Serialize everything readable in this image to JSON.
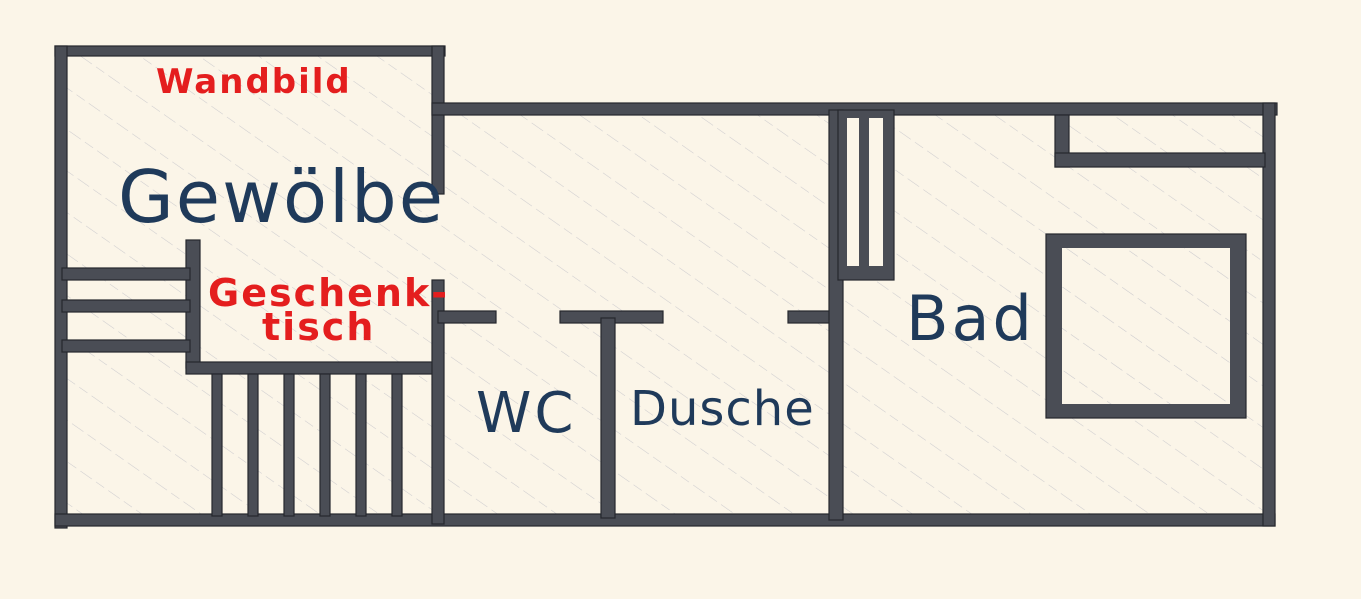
{
  "labels": {
    "wandbild": "Wandbild",
    "gewoelbe": "Gewölbe",
    "geschenk_line1": "Geschenk-",
    "geschenk_line2": "tisch",
    "wc": "WC",
    "dusche": "Dusche",
    "bad": "Bad"
  },
  "colors": {
    "background": "#fbf5e8",
    "wall": "#4a4d55",
    "label_blue": "#1f3a5a",
    "label_red": "#e41e1e"
  }
}
